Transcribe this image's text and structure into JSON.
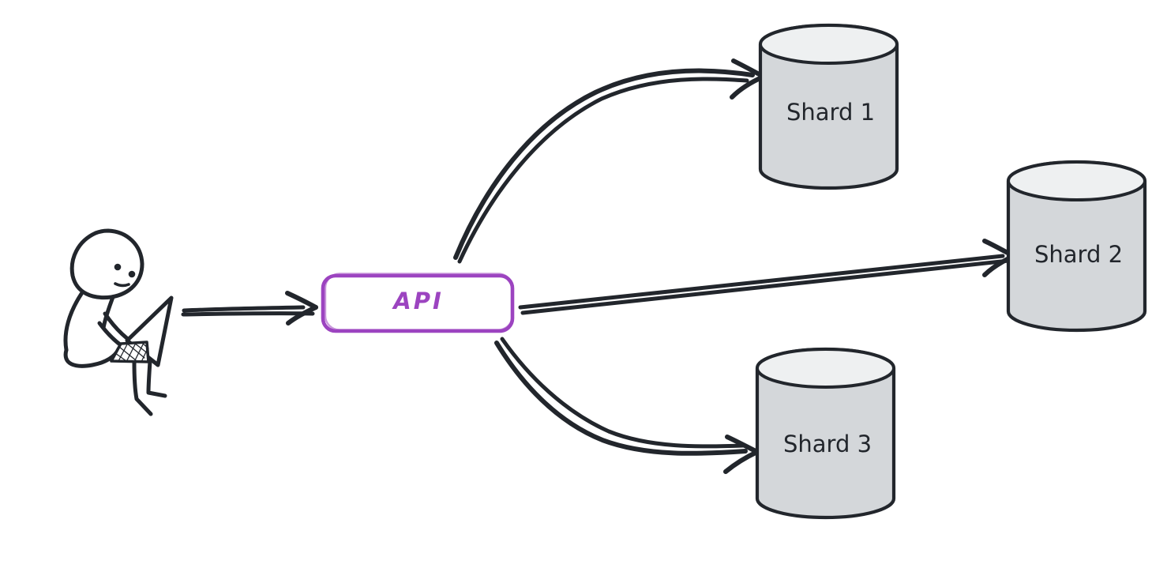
{
  "colors": {
    "ink": "#22262c",
    "accent": "#9c44c0",
    "cylinder_body": "#d4d7da",
    "cylinder_top": "#eef0f1",
    "node_fill": "#ffffff",
    "background": "#ffffff"
  },
  "diagram": {
    "actor": {
      "icon": "person-with-laptop-icon"
    },
    "api_box": {
      "label": "API",
      "shape": "rounded-rectangle",
      "stroke_color": "#9c44c0"
    },
    "shards": [
      {
        "label": "Shard 1",
        "shape": "database-cylinder"
      },
      {
        "label": "Shard 2",
        "shape": "database-cylinder"
      },
      {
        "label": "Shard 3",
        "shape": "database-cylinder"
      }
    ],
    "connections": [
      {
        "from": "person",
        "to": "api",
        "style": "double-line straight arrow"
      },
      {
        "from": "api",
        "to": "shard-1",
        "style": "double-line curved arrow up-right"
      },
      {
        "from": "api",
        "to": "shard-2",
        "style": "double-line straight arrow"
      },
      {
        "from": "api",
        "to": "shard-3",
        "style": "double-line curved arrow down-right"
      }
    ]
  }
}
